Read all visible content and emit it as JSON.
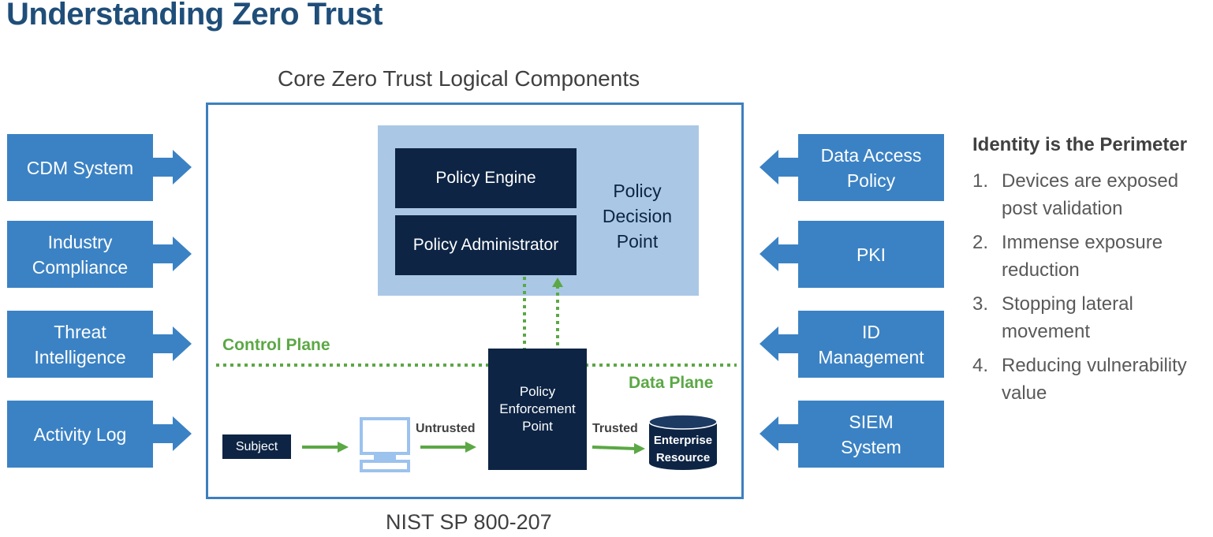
{
  "title": "Understanding Zero Trust",
  "core_title": "Core Zero Trust Logical Components",
  "footer_source": "NIST SP 800-207",
  "pdp": {
    "label": "Policy Decision Point",
    "policy_engine": "Policy Engine",
    "policy_administrator": "Policy Administrator"
  },
  "pep": {
    "line1": "Policy",
    "line2": "Enforcement",
    "line3": "Point"
  },
  "planes": {
    "control": "Control Plane",
    "data": "Data Plane"
  },
  "flow": {
    "subject": "Subject",
    "untrusted": "Untrusted",
    "trusted": "Trusted",
    "resource_line1": "Enterprise",
    "resource_line2": "Resource"
  },
  "left_inputs": [
    {
      "line1": "CDM System",
      "line2": ""
    },
    {
      "line1": "Industry",
      "line2": "Compliance"
    },
    {
      "line1": "Threat",
      "line2": "Intelligence"
    },
    {
      "line1": "Activity Log",
      "line2": ""
    }
  ],
  "right_inputs": [
    {
      "line1": "Data Access",
      "line2": "Policy"
    },
    {
      "line1": "PKI",
      "line2": ""
    },
    {
      "line1": "ID",
      "line2": "Management"
    },
    {
      "line1": "SIEM",
      "line2": "System"
    }
  ],
  "identity": {
    "heading": "Identity is the Perimeter",
    "items": [
      {
        "num": "1.",
        "text": "Devices are exposed post validation"
      },
      {
        "num": "2.",
        "text": "Immense exposure reduction"
      },
      {
        "num": "3.",
        "text": "Stopping lateral movement"
      },
      {
        "num": "4.",
        "text": "Reducing vulnerability value"
      }
    ]
  },
  "colors": {
    "title": "#1f4e79",
    "side_box": "#3b82c4",
    "dark_box": "#0d2444",
    "pdp_panel": "#aac8e6",
    "green": "#5ba845",
    "frame": "#3d7fbf"
  }
}
